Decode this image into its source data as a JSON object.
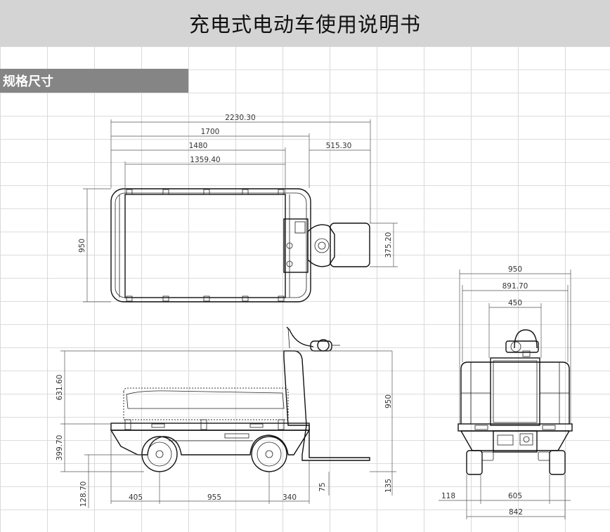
{
  "header": {
    "title": "充电式电动车使用说明书"
  },
  "section": {
    "title": "规格尺寸"
  },
  "top_view": {
    "overall_length": "2230.30",
    "body_length": "1700",
    "deck_length": "1480",
    "inner_deck_length": "1359.40",
    "handle_offset": "515.30",
    "width": "950",
    "handle_width": "375.20"
  },
  "side_view": {
    "deck_height_total": "631.60",
    "deck_height": "399.70",
    "axle_height": "128.70",
    "handle_height": "950",
    "ground_clearance": "135",
    "front_overhang": "405",
    "wheelbase": "955",
    "rear_overhang": "340",
    "tow_offset": "75"
  },
  "front_view": {
    "overall_width": "950",
    "body_width": "891.70",
    "handle_width": "450",
    "side_offset": "118",
    "track_width": "605",
    "wheel_width_total": "842"
  }
}
